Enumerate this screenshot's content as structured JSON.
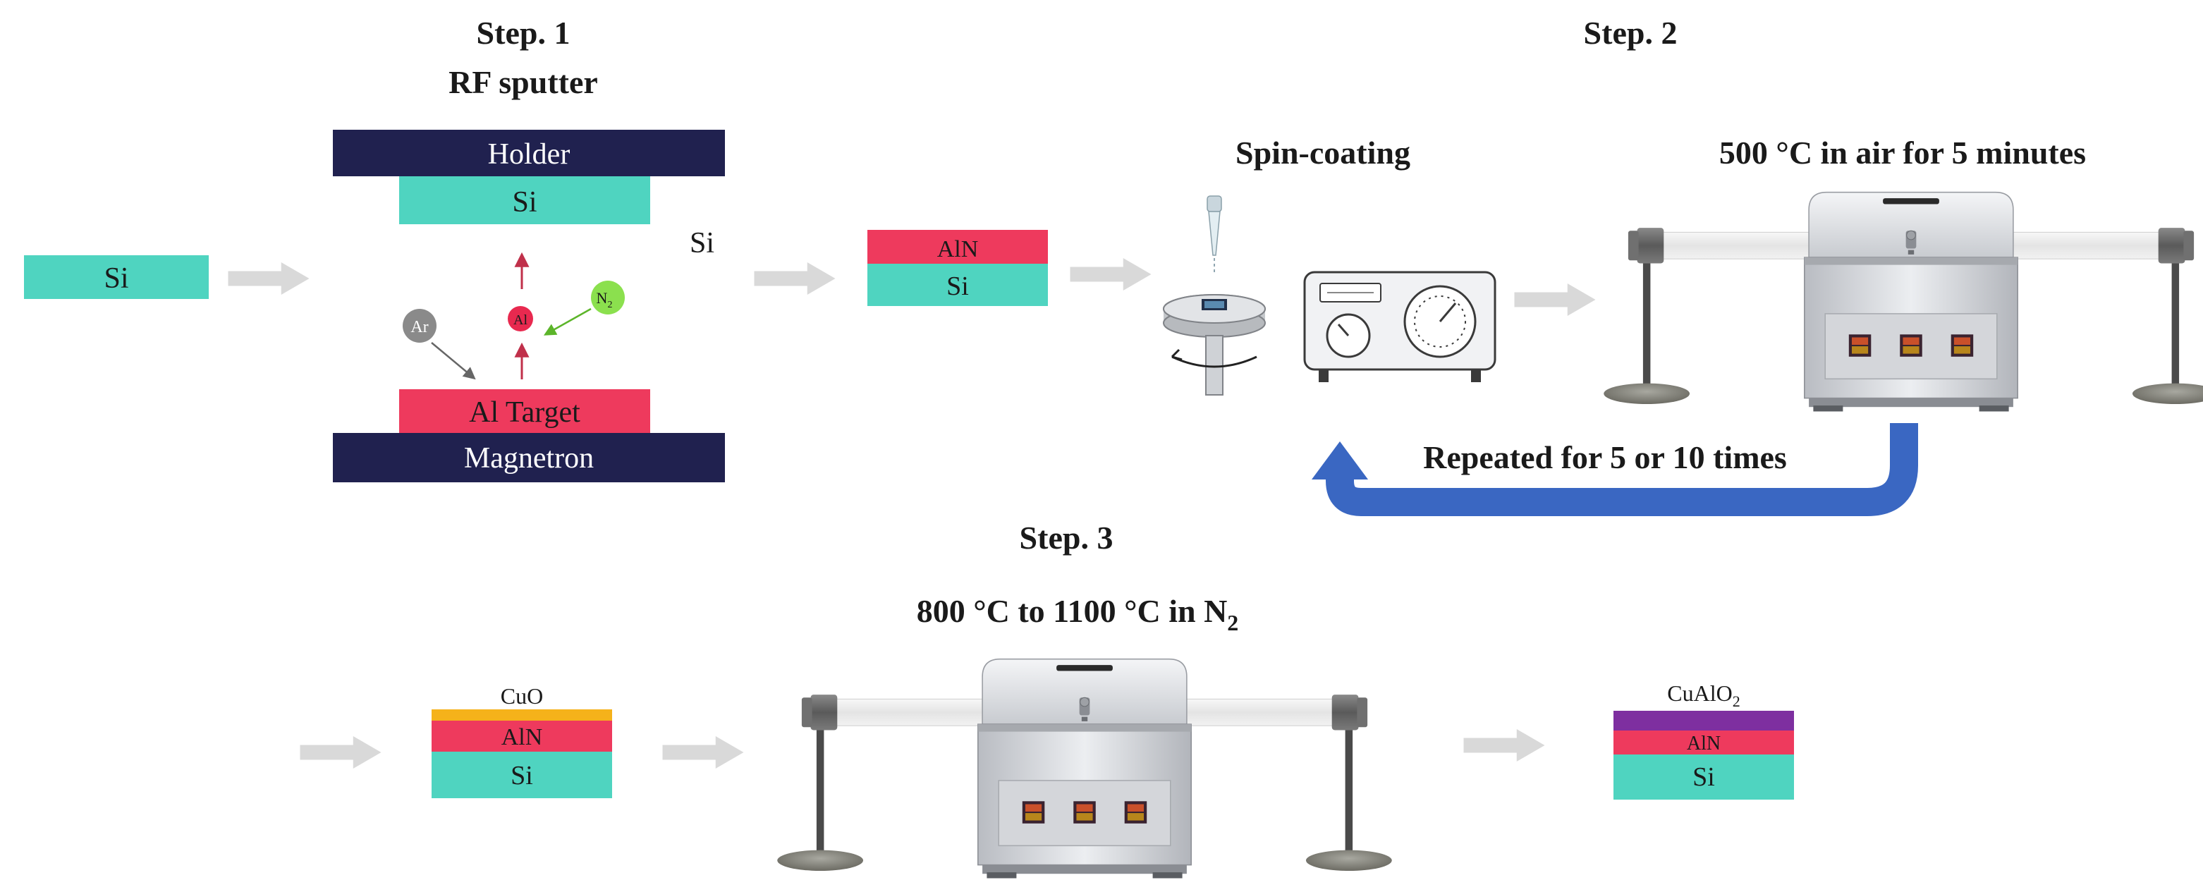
{
  "colors": {
    "si": "#4fd4c0",
    "aln": "#ee3a5d",
    "holder": "#20214f",
    "cuo": "#f5b21a",
    "cualo2": "#7e2fa0",
    "arrow_gray": "#d8d8d8",
    "loop_blue": "#3a67c2",
    "n2_green": "#8be04e",
    "ar_gray": "#8a8a8a",
    "text": "#1a1a1a"
  },
  "icons": {
    "pipette": "pipette-icon",
    "spin_coater": "spin-coater-icon",
    "controller": "spin-controller-icon",
    "furnace": "tube-furnace-icon",
    "loop_arrow": "repeat-loop-arrow-icon"
  },
  "step1": {
    "title": "Step. 1",
    "subtitle": "RF sputter",
    "initial_substrate": "Si",
    "holder": "Holder",
    "substrate": "Si",
    "substrate_side": "Si",
    "target": "Al Target",
    "magnetron": "Magnetron",
    "ar": "Ar",
    "al": "Al",
    "n2": "N",
    "n2_sub": "2"
  },
  "step2": {
    "title": "Step. 2",
    "stack": {
      "top": "AlN",
      "bottom": "Si"
    },
    "spin_label": "Spin-coating",
    "anneal_label": "500 °C in air for 5 minutes",
    "repeat_label": "Repeated for 5 or 10 times"
  },
  "step3": {
    "title": "Step. 3",
    "condition_text": "800 °C to 1100 °C in N",
    "condition_sub": "2",
    "input_stack": {
      "top": "CuO",
      "middle": "AlN",
      "bottom": "Si"
    },
    "output_stack": {
      "top": "CuAlO",
      "top_sub": "2",
      "middle": "AlN",
      "bottom": "Si"
    }
  }
}
